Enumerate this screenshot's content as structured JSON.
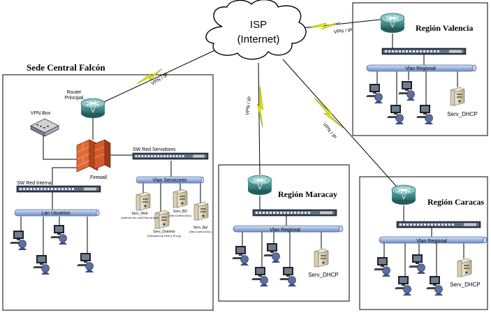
{
  "isp": {
    "line1": "ISP",
    "line2": "(Internet)"
  },
  "links": {
    "falcon": "VPN / IP",
    "valencia": "VPN / IP",
    "maracay": "VPN / IP",
    "caracas": "VPN / IP"
  },
  "sede": {
    "title": "Sede Central Falcón",
    "router_label_1": "Router",
    "router_label_2": "Principal",
    "vpn_box": "VPN Box",
    "firewall": "Firewall",
    "sw_servidores": "SW Red Servidores",
    "sw_interna": "SW Red Interna",
    "vlan_servicios": "Vlan Servicores",
    "lan_usuarios": "Lan Usuarios",
    "servers": [
      {
        "name": "Serv_Web",
        "desc": "(Internet con Link Para la Apli)"
      },
      {
        "name": "Serv_BD",
        "desc": "(Sist.Control.Doc.)"
      },
      {
        "name": "Serv_Dominio",
        "desc": "(Servicios de DNS y Proxy)"
      },
      {
        "name": "Serv_Apl",
        "desc": "(Sist.Control.Doc.)"
      }
    ]
  },
  "valencia": {
    "title": "Región Valencia",
    "vlan": "Vlan Regional",
    "server": "Serv_DHCP"
  },
  "maracay": {
    "title": "Región Maracay",
    "vlan": "Vlan Regional",
    "server": "Serv_DHCP"
  },
  "caracas": {
    "title": "Región Caracas",
    "vlan": "Vlan Regional",
    "server": "Serv_DHCP"
  },
  "colors": {
    "lightning": "#f0f000",
    "lightning_stroke": "#9a9a00",
    "vlan_bar": "#9fb6e0",
    "router": "#3f8f8f",
    "firewall": "#c8502a"
  }
}
